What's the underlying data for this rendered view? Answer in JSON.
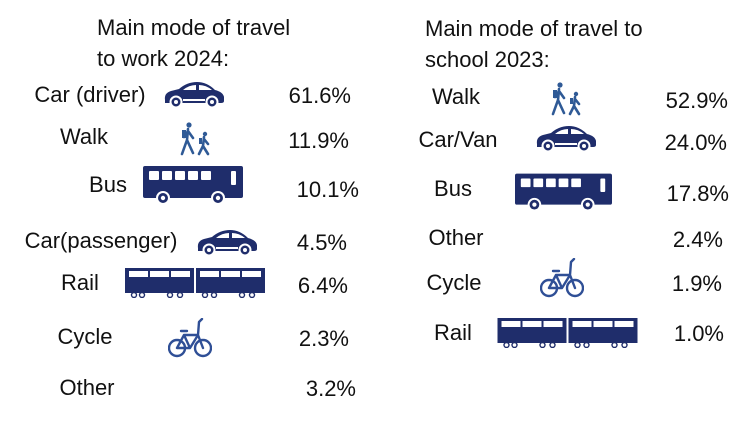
{
  "colors": {
    "icon_navy": "#1f2d6b",
    "walk_blue": "#2f5a96",
    "text": "#111111"
  },
  "chart_data": [
    {
      "type": "table",
      "title_line1": "Main mode of travel",
      "title_line2": "to work 2024:",
      "rows": [
        {
          "label": "Car (driver)",
          "value": "61.6%",
          "icon": "car-icon"
        },
        {
          "label": "Walk",
          "value": "11.9%",
          "icon": "walking-icon"
        },
        {
          "label": "Bus",
          "value": "10.1%",
          "icon": "bus-icon"
        },
        {
          "label": "Car(passenger)",
          "value": "4.5%",
          "icon": "car-icon"
        },
        {
          "label": "Rail",
          "value": "6.4%",
          "icon": "train-icon"
        },
        {
          "label": "Cycle",
          "value": "2.3%",
          "icon": "bicycle-icon"
        },
        {
          "label": "Other",
          "value": "3.2%",
          "icon": ""
        }
      ]
    },
    {
      "type": "table",
      "title_line1": "Main mode of travel to",
      "title_line2": "school 2023:",
      "rows": [
        {
          "label": "Walk",
          "value": "52.9%",
          "icon": "walking-icon"
        },
        {
          "label": "Car/Van",
          "value": "24.0%",
          "icon": "car-icon"
        },
        {
          "label": "Bus",
          "value": "17.8%",
          "icon": "bus-icon"
        },
        {
          "label": "Other",
          "value": "2.4%",
          "icon": ""
        },
        {
          "label": "Cycle",
          "value": "1.9%",
          "icon": "bicycle-icon"
        },
        {
          "label": "Rail",
          "value": "1.0%",
          "icon": "train-icon"
        }
      ]
    }
  ]
}
